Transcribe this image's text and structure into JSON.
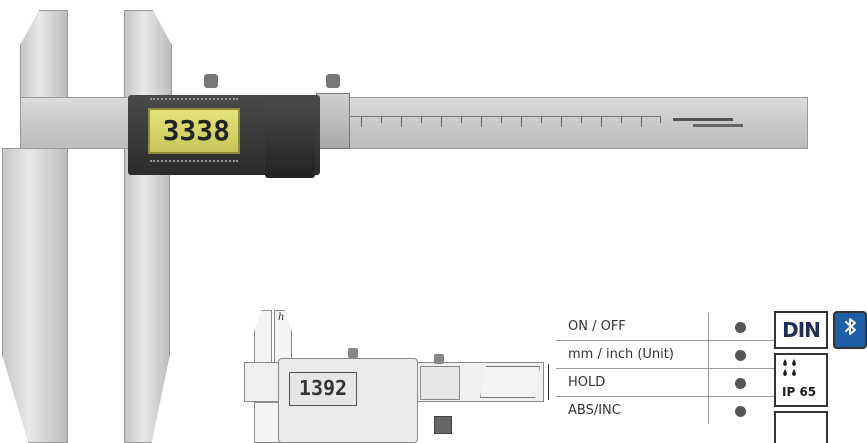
{
  "main_caliper": {
    "display_reading": "3338"
  },
  "schematic_caliper": {
    "display_reading": "1392",
    "dimension_label": "h"
  },
  "features": [
    {
      "label": "ON / OFF"
    },
    {
      "label": "mm / inch (Unit)"
    },
    {
      "label": "HOLD"
    },
    {
      "label": "ABS/INC"
    }
  ],
  "badges": {
    "din": "DIN",
    "ip": "IP 65",
    "bluetooth": "bluetooth-icon"
  },
  "colors": {
    "lcd_yellow": "#d6d36a",
    "bluetooth_blue": "#1f5fa8",
    "din_navy": "#1f2d57",
    "dot": "#555555"
  }
}
